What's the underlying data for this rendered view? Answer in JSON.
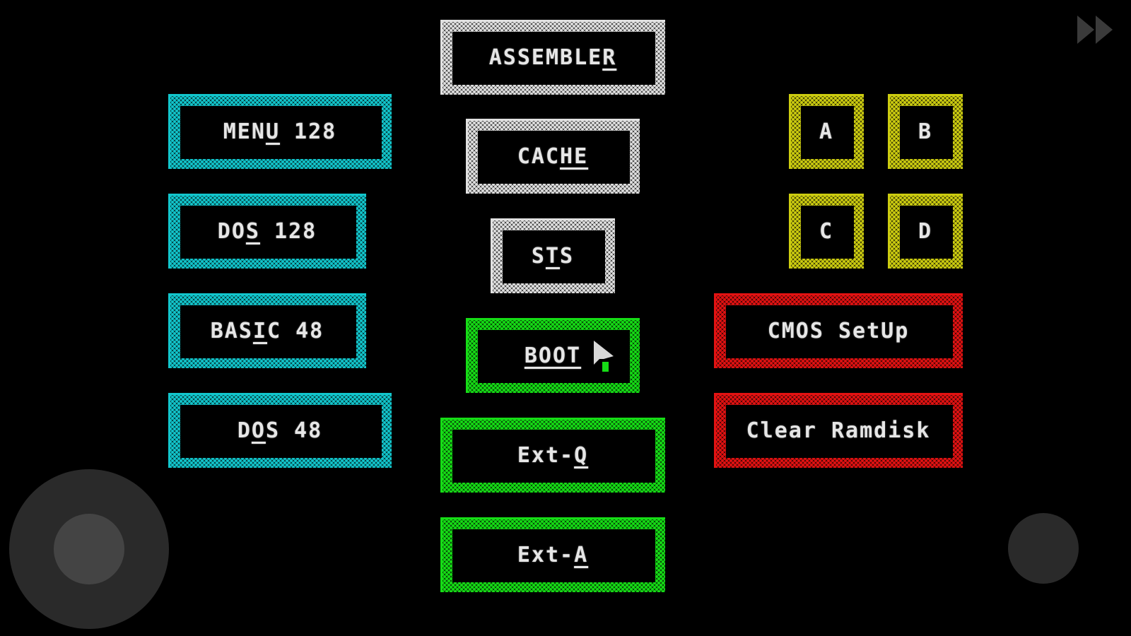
{
  "buttons": {
    "menu128": {
      "pre": "MEN",
      "hot": "U",
      "post": " 128"
    },
    "dos128": {
      "pre": "DO",
      "hot": "S",
      "post": " 128"
    },
    "basic48": {
      "pre": "BAS",
      "hot": "I",
      "post": "C 48"
    },
    "dos48": {
      "pre": "D",
      "hot": "O",
      "post": "S 48"
    },
    "assembler": {
      "pre": "ASSEMBLE",
      "hot": "R",
      "post": ""
    },
    "cache": {
      "pre": "CAC",
      "hot": "HE",
      "post": ""
    },
    "sts": {
      "pre": "S",
      "hot": "T",
      "post": "S"
    },
    "boot": {
      "pre": "",
      "hot": "BOOT",
      "post": ""
    },
    "extq": {
      "pre": "Ext-",
      "hot": "Q",
      "post": ""
    },
    "exta": {
      "pre": "Ext-",
      "hot": "A",
      "post": ""
    },
    "a": {
      "label": "A"
    },
    "b": {
      "label": "B"
    },
    "c": {
      "label": "C"
    },
    "d": {
      "label": "D"
    },
    "cmos": {
      "label": "CMOS SetUp"
    },
    "clear": {
      "label": "Clear Ramdisk"
    }
  },
  "colors": {
    "cyan": "#12c6cc",
    "white": "#e0e0e0",
    "yellow": "#cccc10",
    "red": "#e21212",
    "green": "#16dd16",
    "background": "#000000"
  },
  "overlay": {
    "fast_forward_icon": "fast-forward-icon",
    "joystick": "virtual-joystick",
    "fire_button": "fire-button"
  }
}
